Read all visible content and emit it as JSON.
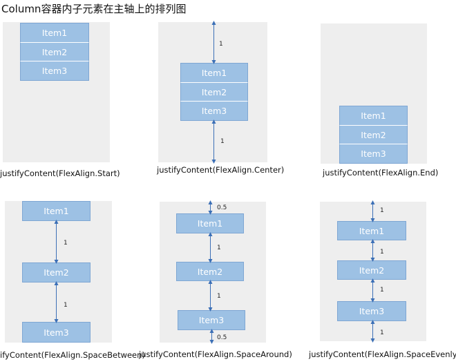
{
  "title": "Column容器内子元素在主轴上的排列图",
  "items": [
    "Item1",
    "Item2",
    "Item3"
  ],
  "captions": {
    "start": "justifyContent(FlexAlign.Start)",
    "center": "justifyContent(FlexAlign.Center)",
    "end": "justifyContent(FlexAlign.End)",
    "space_between": "ifyContent(FlexAlign.SpaceBetween)",
    "space_around": "justifyContent(FlexAlign.SpaceAround)",
    "space_evenly": "justifyContent(FlexAlign.SpaceEvenly)"
  },
  "gap_labels": {
    "center_top": "1",
    "center_bottom": "1",
    "between_1": "1",
    "between_2": "1",
    "around_top": "0.5",
    "around_1": "1",
    "around_2": "1",
    "around_bottom": "0.5",
    "evenly_top": "1",
    "evenly_1": "1",
    "evenly_2": "1",
    "evenly_bottom": "1"
  },
  "colors": {
    "panel": "#eeeeee",
    "item_fill": "#9dc1e4",
    "item_border": "#7ea6d3",
    "arrow": "#3b6fb6"
  }
}
